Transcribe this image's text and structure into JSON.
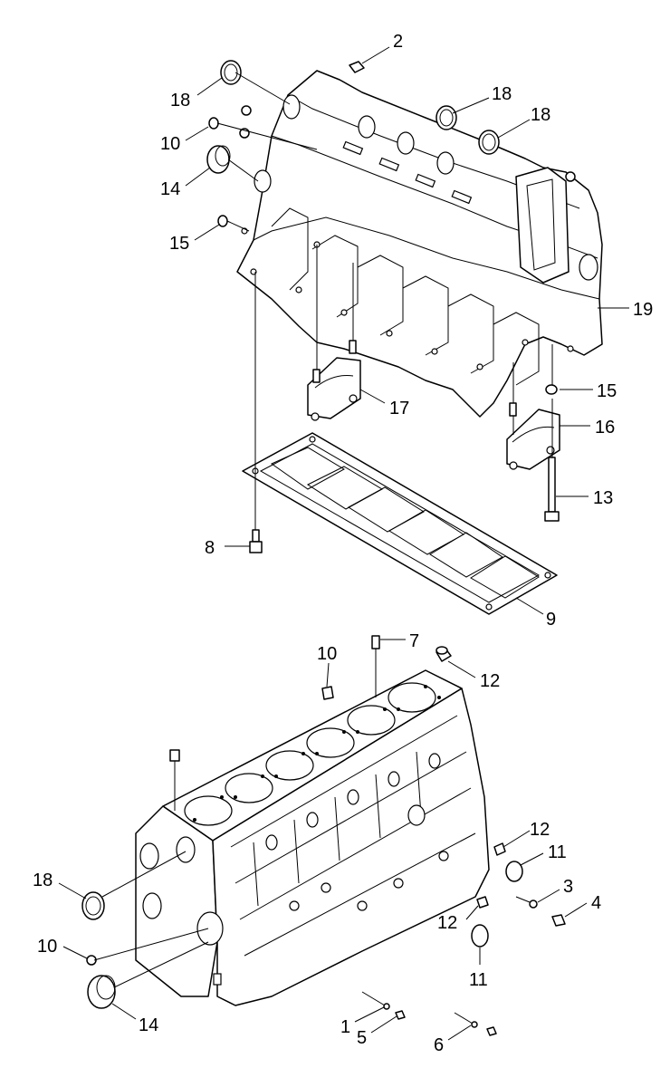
{
  "callouts": [
    {
      "label": "2"
    },
    {
      "label": "18"
    },
    {
      "label": "18"
    },
    {
      "label": "18"
    },
    {
      "label": "10"
    },
    {
      "label": "14"
    },
    {
      "label": "15"
    },
    {
      "label": "19"
    },
    {
      "label": "15"
    },
    {
      "label": "17"
    },
    {
      "label": "16"
    },
    {
      "label": "13"
    },
    {
      "label": "8"
    },
    {
      "label": "9"
    },
    {
      "label": "7"
    },
    {
      "label": "10"
    },
    {
      "label": "12"
    },
    {
      "label": "12"
    },
    {
      "label": "11"
    },
    {
      "label": "18"
    },
    {
      "label": "3"
    },
    {
      "label": "4"
    },
    {
      "label": "12"
    },
    {
      "label": "10"
    },
    {
      "label": "11"
    },
    {
      "label": "14"
    },
    {
      "label": "1"
    },
    {
      "label": "5"
    },
    {
      "label": "6"
    }
  ]
}
